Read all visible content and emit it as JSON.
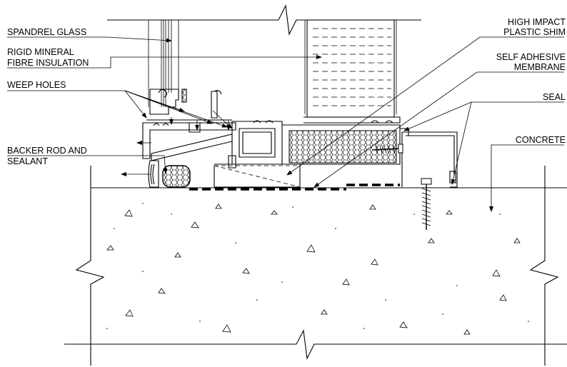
{
  "labels": {
    "spandrel_glass": "SPANDREL GLASS",
    "rigid_mineral_1": "RIGID MINERAL",
    "rigid_mineral_2": "FIBRE INSULATION",
    "weep_holes": "WEEP HOLES",
    "backer_rod_1": "BACKER ROD AND",
    "backer_rod_2": "SEALANT",
    "high_impact_1": "HIGH IMPACT",
    "high_impact_2": "PLASTIC SHIM",
    "self_adhesive_1": "SELF ADHESIVE",
    "self_adhesive_2": "MEMBRANE",
    "seal": "SEAL",
    "concrete": "CONCRETE"
  },
  "colors": {
    "line": "#000000",
    "background": "#ffffff",
    "concrete_fill": "#ffffff"
  }
}
